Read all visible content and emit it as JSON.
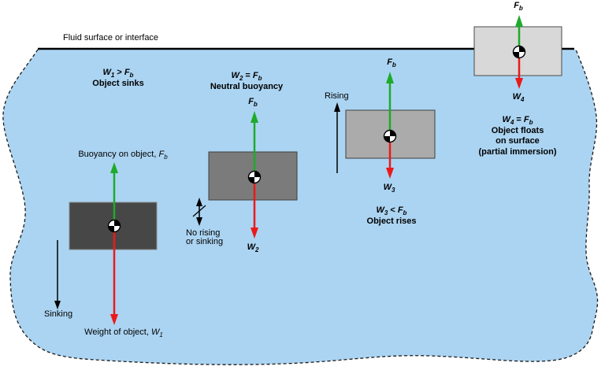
{
  "surface_label": "Fluid surface or interface",
  "colors": {
    "fluid": "#abd4f2",
    "boundary": "#1a1a1a",
    "sinks_fill": "#474747",
    "neutral_fill": "#7b7b7b",
    "rises_fill": "#ababab",
    "floats_fill": "#d8d8d8",
    "buoyancy_arrow": "#1faa2b",
    "weight_arrow": "#eb1919"
  },
  "objects": [
    {
      "eq_lhs": "W",
      "eq_lhs_sub": "1",
      "eq_op": ">",
      "eq_rhs": "F",
      "eq_rhs_sub": "b",
      "caption": "Object sinks",
      "up_prefix": "Buoyancy on object, ",
      "up_sym": "F",
      "up_sub": "b",
      "down_prefix": "Weight of object, ",
      "down_sym": "W",
      "down_sub": "1",
      "motion": "Sinking"
    },
    {
      "eq_lhs": "W",
      "eq_lhs_sub": "2",
      "eq_op": "=",
      "eq_rhs": "F",
      "eq_rhs_sub": "b",
      "caption": "Neutral buoyancy",
      "up_sym": "F",
      "up_sub": "b",
      "down_sym": "W",
      "down_sub": "2",
      "motion_line1": "No rising",
      "motion_line2": "or sinking"
    },
    {
      "eq_lhs": "W",
      "eq_lhs_sub": "3",
      "eq_op": "<",
      "eq_rhs": "F",
      "eq_rhs_sub": "b",
      "caption": "Object rises",
      "up_sym": "F",
      "up_sub": "b",
      "down_sym": "W",
      "down_sub": "3",
      "motion": "Rising"
    },
    {
      "eq_lhs": "W",
      "eq_lhs_sub": "4",
      "eq_op": "=",
      "eq_rhs": "F",
      "eq_rhs_sub": "b",
      "caption_line1": "Object floats",
      "caption_line2": "on surface",
      "caption_line3": "(partial immersion)",
      "up_sym": "F",
      "up_sub": "b",
      "down_sym": "W",
      "down_sub": "4"
    }
  ]
}
